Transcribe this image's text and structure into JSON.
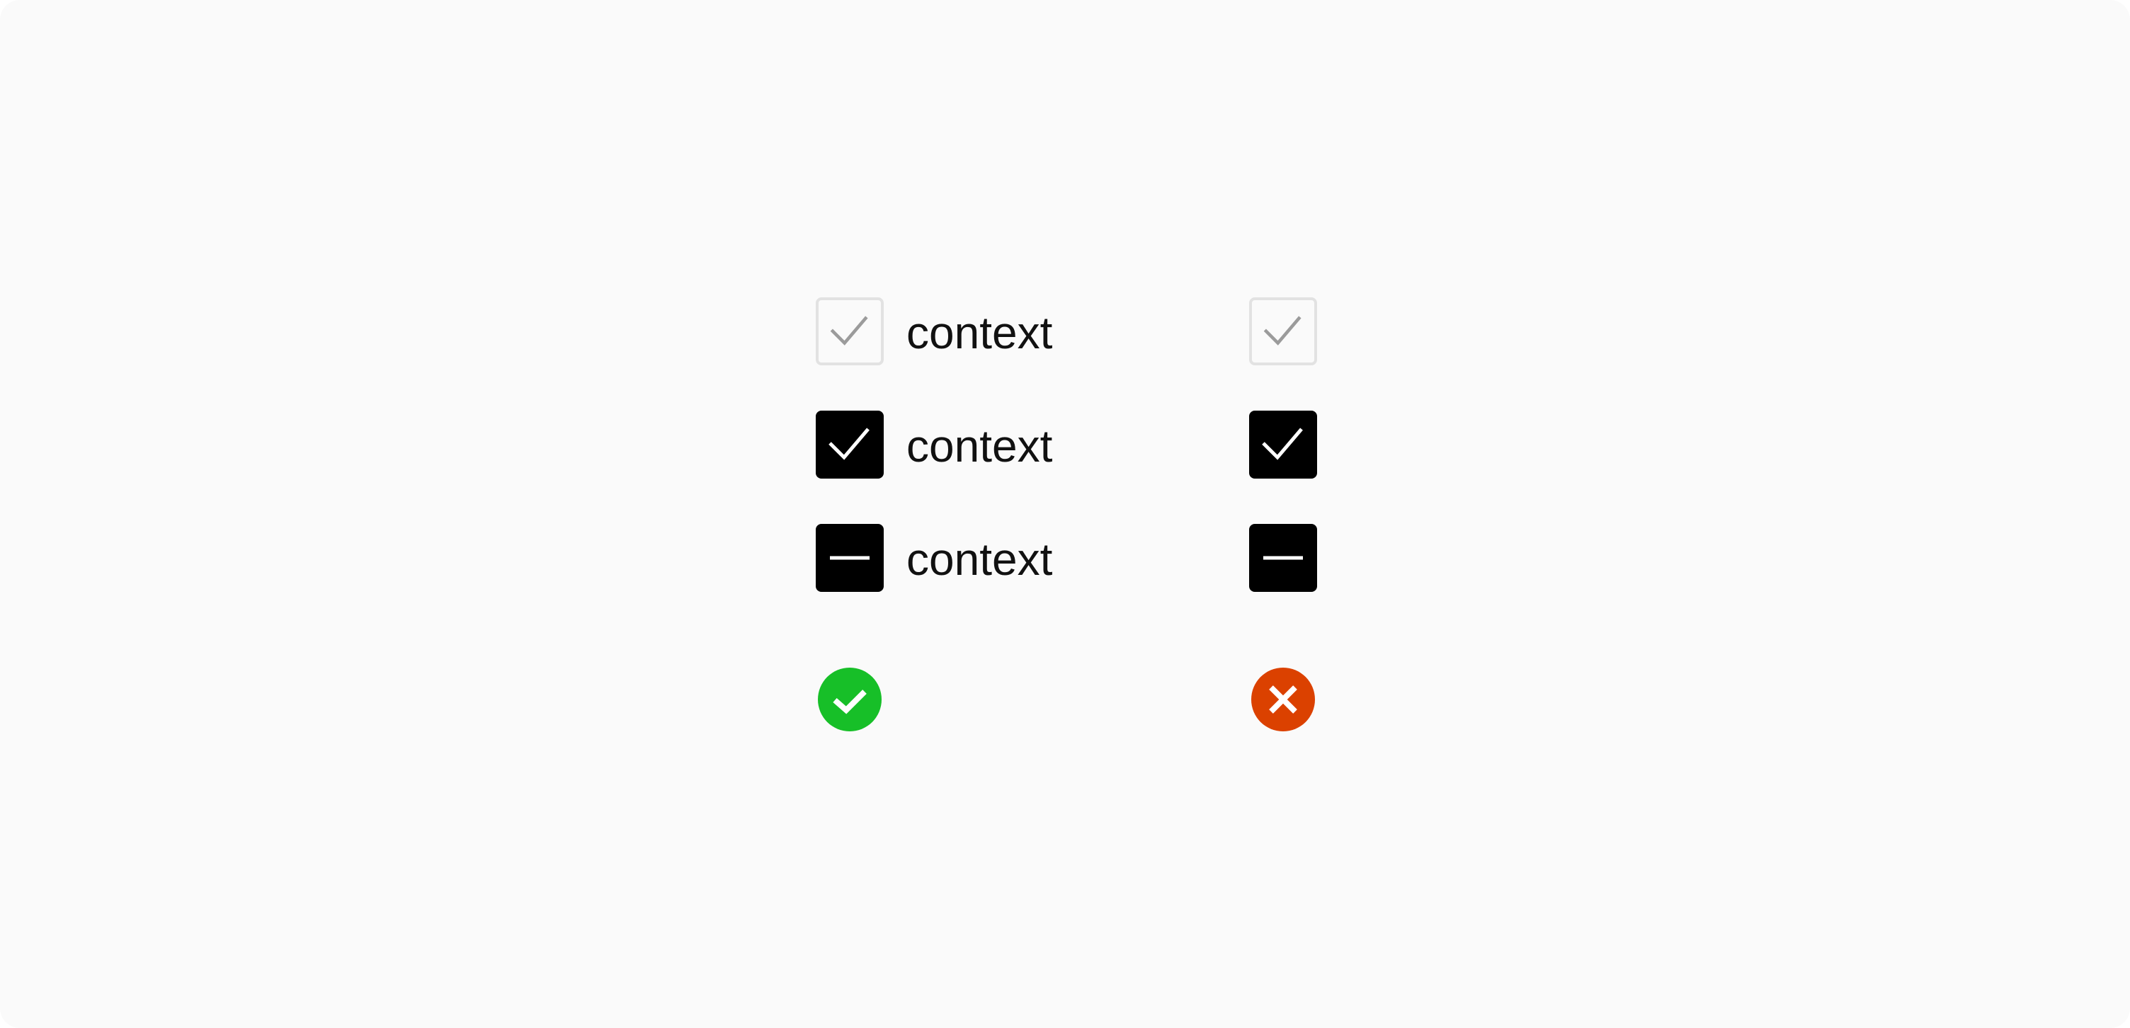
{
  "checkbox_rows": [
    {
      "state": "unchecked",
      "label": "context"
    },
    {
      "state": "checked",
      "label": "context"
    },
    {
      "state": "indeterminate",
      "label": "context"
    }
  ],
  "status_icons": [
    {
      "name": "success-check-icon",
      "color": "#17bf28"
    },
    {
      "name": "error-x-icon",
      "color": "#db4100"
    }
  ],
  "colors": {
    "background": "#fafafa",
    "checkbox_fill": "#000000",
    "unchecked_border": "#e2e2e2",
    "unchecked_mark": "#9b9b9b",
    "success": "#17bf28",
    "error": "#db4100"
  }
}
